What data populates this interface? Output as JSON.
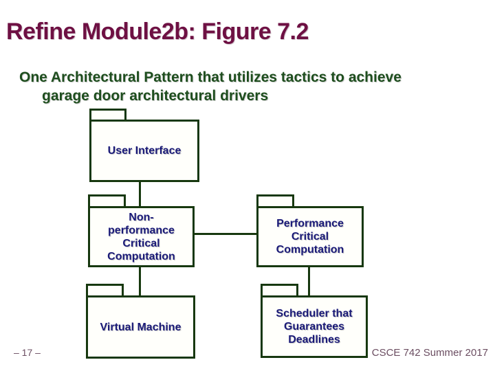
{
  "slide": {
    "title": "Refine Module2b: Figure 7.2",
    "subtitle": {
      "line1": "One Architectural Pattern that utilizes tactics to achieve",
      "line2": "garage door architectural drivers"
    },
    "footer": {
      "page_number": "– 17 –",
      "course": "CSCE 742 Summer 2017"
    }
  },
  "diagram": {
    "type": "uml-package-diagram",
    "packages": [
      {
        "id": "user-interface",
        "label": "User Interface"
      },
      {
        "id": "non-performance-critical-computation",
        "label": "Non-\nperformance\nCritical\nComputation"
      },
      {
        "id": "performance-critical-computation",
        "label": "Performance\nCritical\nComputation"
      },
      {
        "id": "virtual-machine",
        "label": "Virtual Machine"
      },
      {
        "id": "scheduler-that-guarantees-deadlines",
        "label": "Scheduler that\nGuarantees\nDeadlines"
      }
    ],
    "connections": [
      {
        "from": "user-interface",
        "to": "non-performance-critical-computation",
        "orientation": "vertical"
      },
      {
        "from": "non-performance-critical-computation",
        "to": "performance-critical-computation",
        "orientation": "horizontal"
      },
      {
        "from": "non-performance-critical-computation",
        "to": "virtual-machine",
        "orientation": "vertical"
      },
      {
        "from": "performance-critical-computation",
        "to": "scheduler-that-guarantees-deadlines",
        "orientation": "vertical"
      }
    ]
  },
  "colors": {
    "background": "#ffffff",
    "title_text": "#6e1043",
    "subtitle_text": "#1e4e1e",
    "package_border": "#17380f",
    "package_fill": "#fffffb",
    "package_label_text": "#1a1a78",
    "footer_text": "#6b4d61"
  }
}
